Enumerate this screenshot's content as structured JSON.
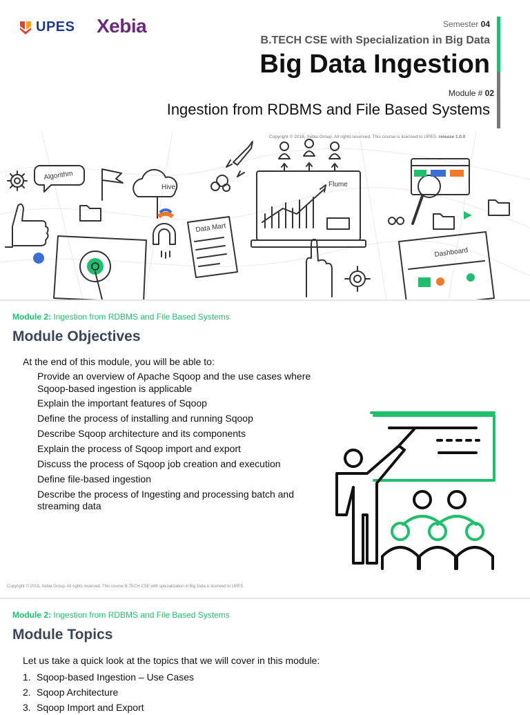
{
  "slide1": {
    "logo_upes": "UPES",
    "logo_xebia": "Xebia",
    "semester_label": "Semester",
    "semester_value": "04",
    "program": "B.TECH CSE with Specialization in Big Data",
    "title": "Big Data Ingestion",
    "module_label": "Module #",
    "module_value": "02",
    "subtitle": "Ingestion from RDBMS and File Based Systems",
    "copyright": "Copyright © 2018, Xebia Group. All rights reserved. This course is licensed to UPES.",
    "release": "release 1.0.0",
    "illustration_labels": {
      "algorithm": "Algorithm",
      "hive": "Hive",
      "flume": "Flume",
      "data_mart": "Data Mart",
      "dashboard": "Dashboard"
    }
  },
  "slide2": {
    "module_prefix": "Module 2:",
    "module_name": "Ingestion from RDBMS and File Based Systems",
    "title": "Module Objectives",
    "intro": "At the end of this module, you will be able to:",
    "bullet_glyph": "",
    "objectives": [
      "Provide an overview of Apache Sqoop and the use cases where Sqoop-based ingestion is applicable",
      "Explain the important features of Sqoop",
      "Define the process of installing and running Sqoop",
      "Describe Sqoop architecture and its components",
      "Explain the process of Sqoop import and export",
      "Discuss the process of Sqoop job creation and execution",
      "Define file-based ingestion",
      "Describe the process of Ingesting and processing batch and streaming data"
    ],
    "copyright": "Copyright © 2018, Xebia Group. All rights reserved. This course B.TECH CSE with specialization in Big Data is licensed to UPES."
  },
  "slide3": {
    "module_prefix": "Module 2:",
    "module_name": "Ingestion from RDBMS and File Based Systems",
    "title": "Module Topics",
    "intro": "Let us take a quick look at the topics that we will cover in this module:",
    "topics": [
      {
        "num": "1.",
        "text": "Sqoop-based Ingestion – Use Cases"
      },
      {
        "num": "2.",
        "text": "Sqoop Architecture"
      },
      {
        "num": "3.",
        "text": "Sqoop Import and Export"
      }
    ]
  },
  "colors": {
    "accent_green": "#1fbf6b",
    "title_gray": "#3d4657",
    "upes_blue": "#1d3b8a",
    "xebia_purple": "#6b2a7a"
  }
}
